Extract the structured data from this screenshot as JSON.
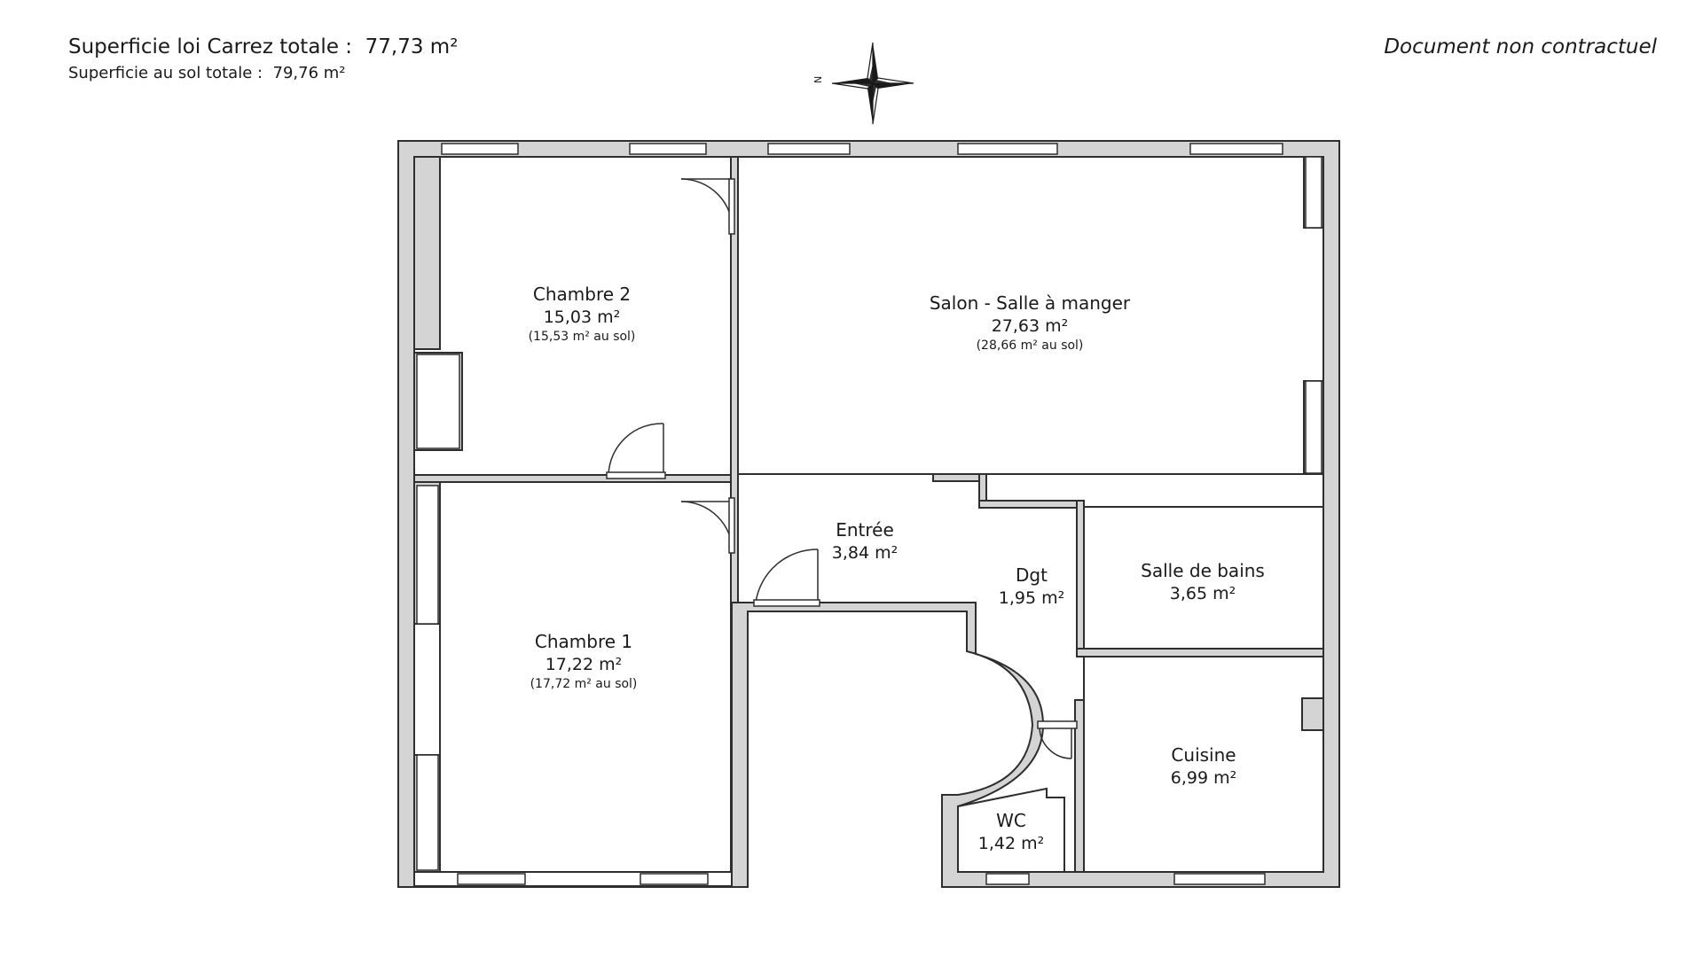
{
  "header": {
    "carrez_label": "Superficie loi Carrez totale :",
    "carrez_value": "77,73 m²",
    "sol_label": "Superficie au sol totale :",
    "sol_value": "79,76 m²",
    "disclaimer": "Document non contractuel"
  },
  "compass": {
    "letter": "N",
    "icon": "compass-rose-icon"
  },
  "colors": {
    "wall_fill": "#d4d4d4",
    "wall_stroke": "#2e2e2e",
    "text": "#1a1a1a"
  },
  "rooms": {
    "chambre2": {
      "name": "Chambre 2",
      "area": "15,03 m²",
      "sol": "(15,53 m² au sol)"
    },
    "salon": {
      "name": "Salon - Salle à manger",
      "area": "27,63 m²",
      "sol": "(28,66 m² au sol)"
    },
    "chambre1": {
      "name": "Chambre 1",
      "area": "17,22 m²",
      "sol": "(17,72 m² au sol)"
    },
    "entree": {
      "name": "Entrée",
      "area": "3,84 m²"
    },
    "dgt": {
      "name": "Dgt",
      "area": "1,95 m²"
    },
    "sdb": {
      "name": "Salle de bains",
      "area": "3,65 m²"
    },
    "cuisine": {
      "name": "Cuisine",
      "area": "6,99 m²"
    },
    "wc": {
      "name": "WC",
      "area": "1,42 m²"
    }
  }
}
